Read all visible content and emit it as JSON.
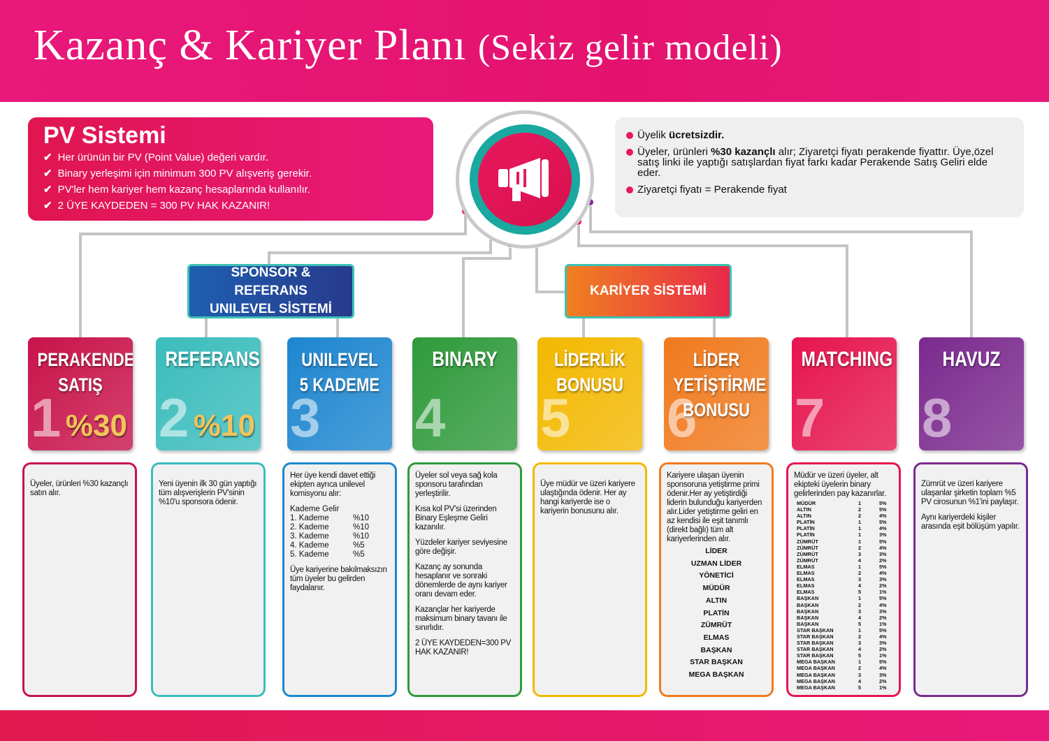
{
  "title": {
    "main": "Kazanç & Kariyer Planı",
    "sub": "(Sekiz gelir modeli)"
  },
  "pv": {
    "heading": "PV Sistemi",
    "items": [
      "Her ürünün bir PV (Point Value) değeri vardır.",
      "Binary yerleşimi için minimum 300 PV alışveriş gerekir.",
      "PV'ler hem kariyer hem kazanç hesaplarında kullanılır.",
      "2 ÜYE KAYDEDEN = 300 PV HAK KAZANIR!"
    ]
  },
  "info": {
    "items": [
      {
        "pre": "Üyelik ",
        "bold": "ücretsizdir.",
        "post": ""
      },
      {
        "pre": "Üyeler, ürünleri ",
        "bold": "%30 kazançlı",
        "post": " alır; Ziyaretçi fiyatı perakende fiyattır. Üye,özel satış linki ile yaptığı satışlardan fiyat farkı kadar Perakende Satış Geliri elde eder."
      },
      {
        "pre": "Ziyaretçi fiyatı = Perakende fiyat",
        "bold": "",
        "post": ""
      }
    ]
  },
  "groups": {
    "sponsor": "SPONSOR & REFERANS UNILEVEL SİSTEMİ",
    "kariyer": "KARİYER SİSTEMİ"
  },
  "colors": {
    "pink": "#e8197b",
    "teal": "#3cc0b5"
  },
  "models": [
    {
      "num": "1",
      "label": "PERAKENDE SATIŞ",
      "pct": "%30",
      "color": "#c8134a",
      "text": [
        "Üyeler, ürünleri %30 kazançlı satın alır."
      ]
    },
    {
      "num": "2",
      "label": "REFERANS",
      "pct": "%10",
      "color": "#3bbcbc",
      "text": [
        "Yeni üyenin ilk 30 gün yaptığı tüm alışverişlerin PV'sinin %10'u sponsora ödenir."
      ]
    },
    {
      "num": "3",
      "label": "UNILEVEL 5 KADEME",
      "color": "#1d86cf",
      "text": [
        "Her üye kendi davet ettiği ekipten ayrıca unilevel komisyonu alır:"
      ],
      "table_header": "Kademe  Gelir",
      "rows": [
        [
          "1. Kademe",
          "%10"
        ],
        [
          "2. Kademe",
          "%10"
        ],
        [
          "3. Kademe",
          "%10"
        ],
        [
          "4. Kademe",
          "%5"
        ],
        [
          "5. Kademe",
          "%5"
        ]
      ],
      "footer": "Üye kariyerine bakılmaksızın tüm üyeler bu gelirden faydalanır."
    },
    {
      "num": "4",
      "label": "BINARY",
      "color": "#2f9a3b",
      "text": [
        "Üyeler sol veya sağ kola sponsoru tarafından yerleştirilir.",
        "Kısa kol PV'si üzerinden Binary Eşleşme Geliri kazanılır.",
        "Yüzdeler kariyer seviyesine göre değişir.",
        "Kazanç ay sonunda hesaplanır ve sonraki dönemlerde de aynı kariyer oranı devam eder.",
        "Kazançlar her kariyerde maksimum binary tavanı ile sınırlıdır.",
        "2 ÜYE KAYDEDEN=300 PV HAK KAZANIR!"
      ]
    },
    {
      "num": "5",
      "label": "LİDERLİK BONUSU",
      "color": "#f3b800",
      "text": [
        "Üye müdür ve üzeri kariyere ulaştığında ödenir. Her ay hangi kariyerde ise o kariyerin bonusunu alır."
      ]
    },
    {
      "num": "6",
      "label": "LİDER YETİŞTİRME BONUSU",
      "color": "#f07a1e",
      "text": [
        "Kariyere ulaşan üyenin sponsoruna yetiştirme primi ödenir.Her ay yetiştirdiği liderin bulunduğu kariyerden alır.Lider yetiştirme geliri en az kendisi ile eşit tanımlı (direkt bağlı) tüm alt kariyerlerinden alır."
      ],
      "ranks": [
        "LİDER",
        "UZMAN LİDER",
        "YÖNETİCİ",
        "MÜDÜR",
        "ALTIN",
        "PLATİN",
        "ZÜMRÜT",
        "ELMAS",
        "BAŞKAN",
        "STAR BAŞKAN",
        "MEGA BAŞKAN"
      ]
    },
    {
      "num": "7",
      "label": "MATCHING",
      "color": "#e6154f",
      "text": [
        "Müdür ve üzeri üyeler, alt ekipteki üyelerin binary gelirlerinden pay kazanırlar."
      ],
      "rows": [
        [
          "MÜDÜR",
          "1",
          "5%"
        ],
        [
          "ALTIN",
          "2",
          "5%"
        ],
        [
          "ALTIN",
          "2",
          "4%"
        ],
        [
          "PLATİN",
          "1",
          "5%"
        ],
        [
          "PLATİN",
          "1",
          "4%"
        ],
        [
          "PLATİN",
          "1",
          "3%"
        ],
        [
          "ZÜMRÜT",
          "1",
          "5%"
        ],
        [
          "ZÜMRÜT",
          "2",
          "4%"
        ],
        [
          "ZÜMRÜT",
          "3",
          "3%"
        ],
        [
          "ZÜMRÜT",
          "4",
          "2%"
        ],
        [
          "ELMAS",
          "1",
          "5%"
        ],
        [
          "ELMAS",
          "2",
          "4%"
        ],
        [
          "ELMAS",
          "3",
          "3%"
        ],
        [
          "ELMAS",
          "4",
          "2%"
        ],
        [
          "ELMAS",
          "5",
          "1%"
        ],
        [
          "BAŞKAN",
          "1",
          "5%"
        ],
        [
          "BAŞKAN",
          "2",
          "4%"
        ],
        [
          "BAŞKAN",
          "3",
          "3%"
        ],
        [
          "BAŞKAN",
          "4",
          "2%"
        ],
        [
          "BAŞKAN",
          "5",
          "1%"
        ],
        [
          "STAR BAŞKAN",
          "1",
          "5%"
        ],
        [
          "STAR BAŞKAN",
          "2",
          "4%"
        ],
        [
          "STAR BAŞKAN",
          "3",
          "3%"
        ],
        [
          "STAR BAŞKAN",
          "4",
          "2%"
        ],
        [
          "STAR BAŞKAN",
          "5",
          "1%"
        ],
        [
          "MEGA BAŞKAN",
          "1",
          "5%"
        ],
        [
          "MEGA BAŞKAN",
          "2",
          "4%"
        ],
        [
          "MEGA BAŞKAN",
          "3",
          "3%"
        ],
        [
          "MEGA BAŞKAN",
          "4",
          "2%"
        ],
        [
          "MEGA BAŞKAN",
          "5",
          "1%"
        ]
      ]
    },
    {
      "num": "8",
      "label": "HAVUZ",
      "color": "#7b2a8e",
      "text": [
        "Zümrüt ve üzeri kariyere ulaşanlar şirketin toplam %5 PV cirosunun %1'ini paylaşır.",
        "Aynı kariyerdeki kişiler arasında eşit bölüşüm yapılır."
      ]
    }
  ]
}
